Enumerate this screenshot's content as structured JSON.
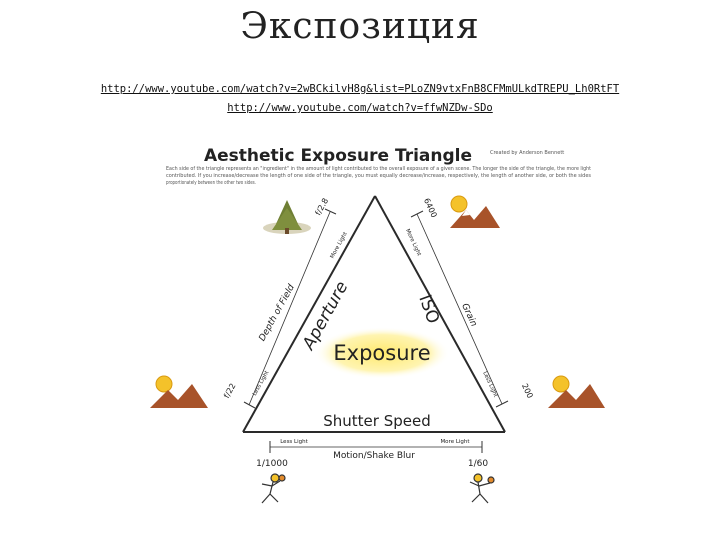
{
  "title": "Экспозиция",
  "links": [
    "http://www.youtube.com/watch?v=2wBCkilvH8g&list=PLoZN9vtxFnB8CFMmULkdTREPU_Lh0RtFT",
    "http://www.youtube.com/watch?v=ffwNZDw-SDo"
  ],
  "diagram": {
    "heading": "Aesthetic Exposure Triangle",
    "heading_note": "Created by Anderson Bennett",
    "caption_lines": [
      "Each side of the triangle represents an \"ingredient\" in the amount of light contributed to the overall exposure of a given scene. The longer the side of the triangle, the more light",
      "contributed. If you increase/decrease the length of one side of the triangle, you must equally decrease/increase, respectively, the length of another side, or both the sides",
      "proportionately between the other two sides."
    ],
    "center_label": "Exposure",
    "sides": {
      "left": {
        "name": "Aperture",
        "effect": "Depth of Field",
        "more": "More Light",
        "less": "Less Light",
        "top_value": "f/2.8",
        "bottom_value": "f/22"
      },
      "right": {
        "name": "ISO",
        "effect": "Grain",
        "more": "More Light",
        "less": "Less Light",
        "top_value": "6400",
        "bottom_value": "200"
      },
      "bottom": {
        "name": "Shutter Speed",
        "effect": "Motion/Shake Blur",
        "less": "Less Light",
        "more": "More Light",
        "left_value": "1/1000",
        "right_value": "1/60"
      }
    }
  },
  "colors": {
    "center_glow": "#ffe96b",
    "mountain": "#a8532a",
    "sun": "#f4c22a",
    "tree": "#6f7f34"
  }
}
